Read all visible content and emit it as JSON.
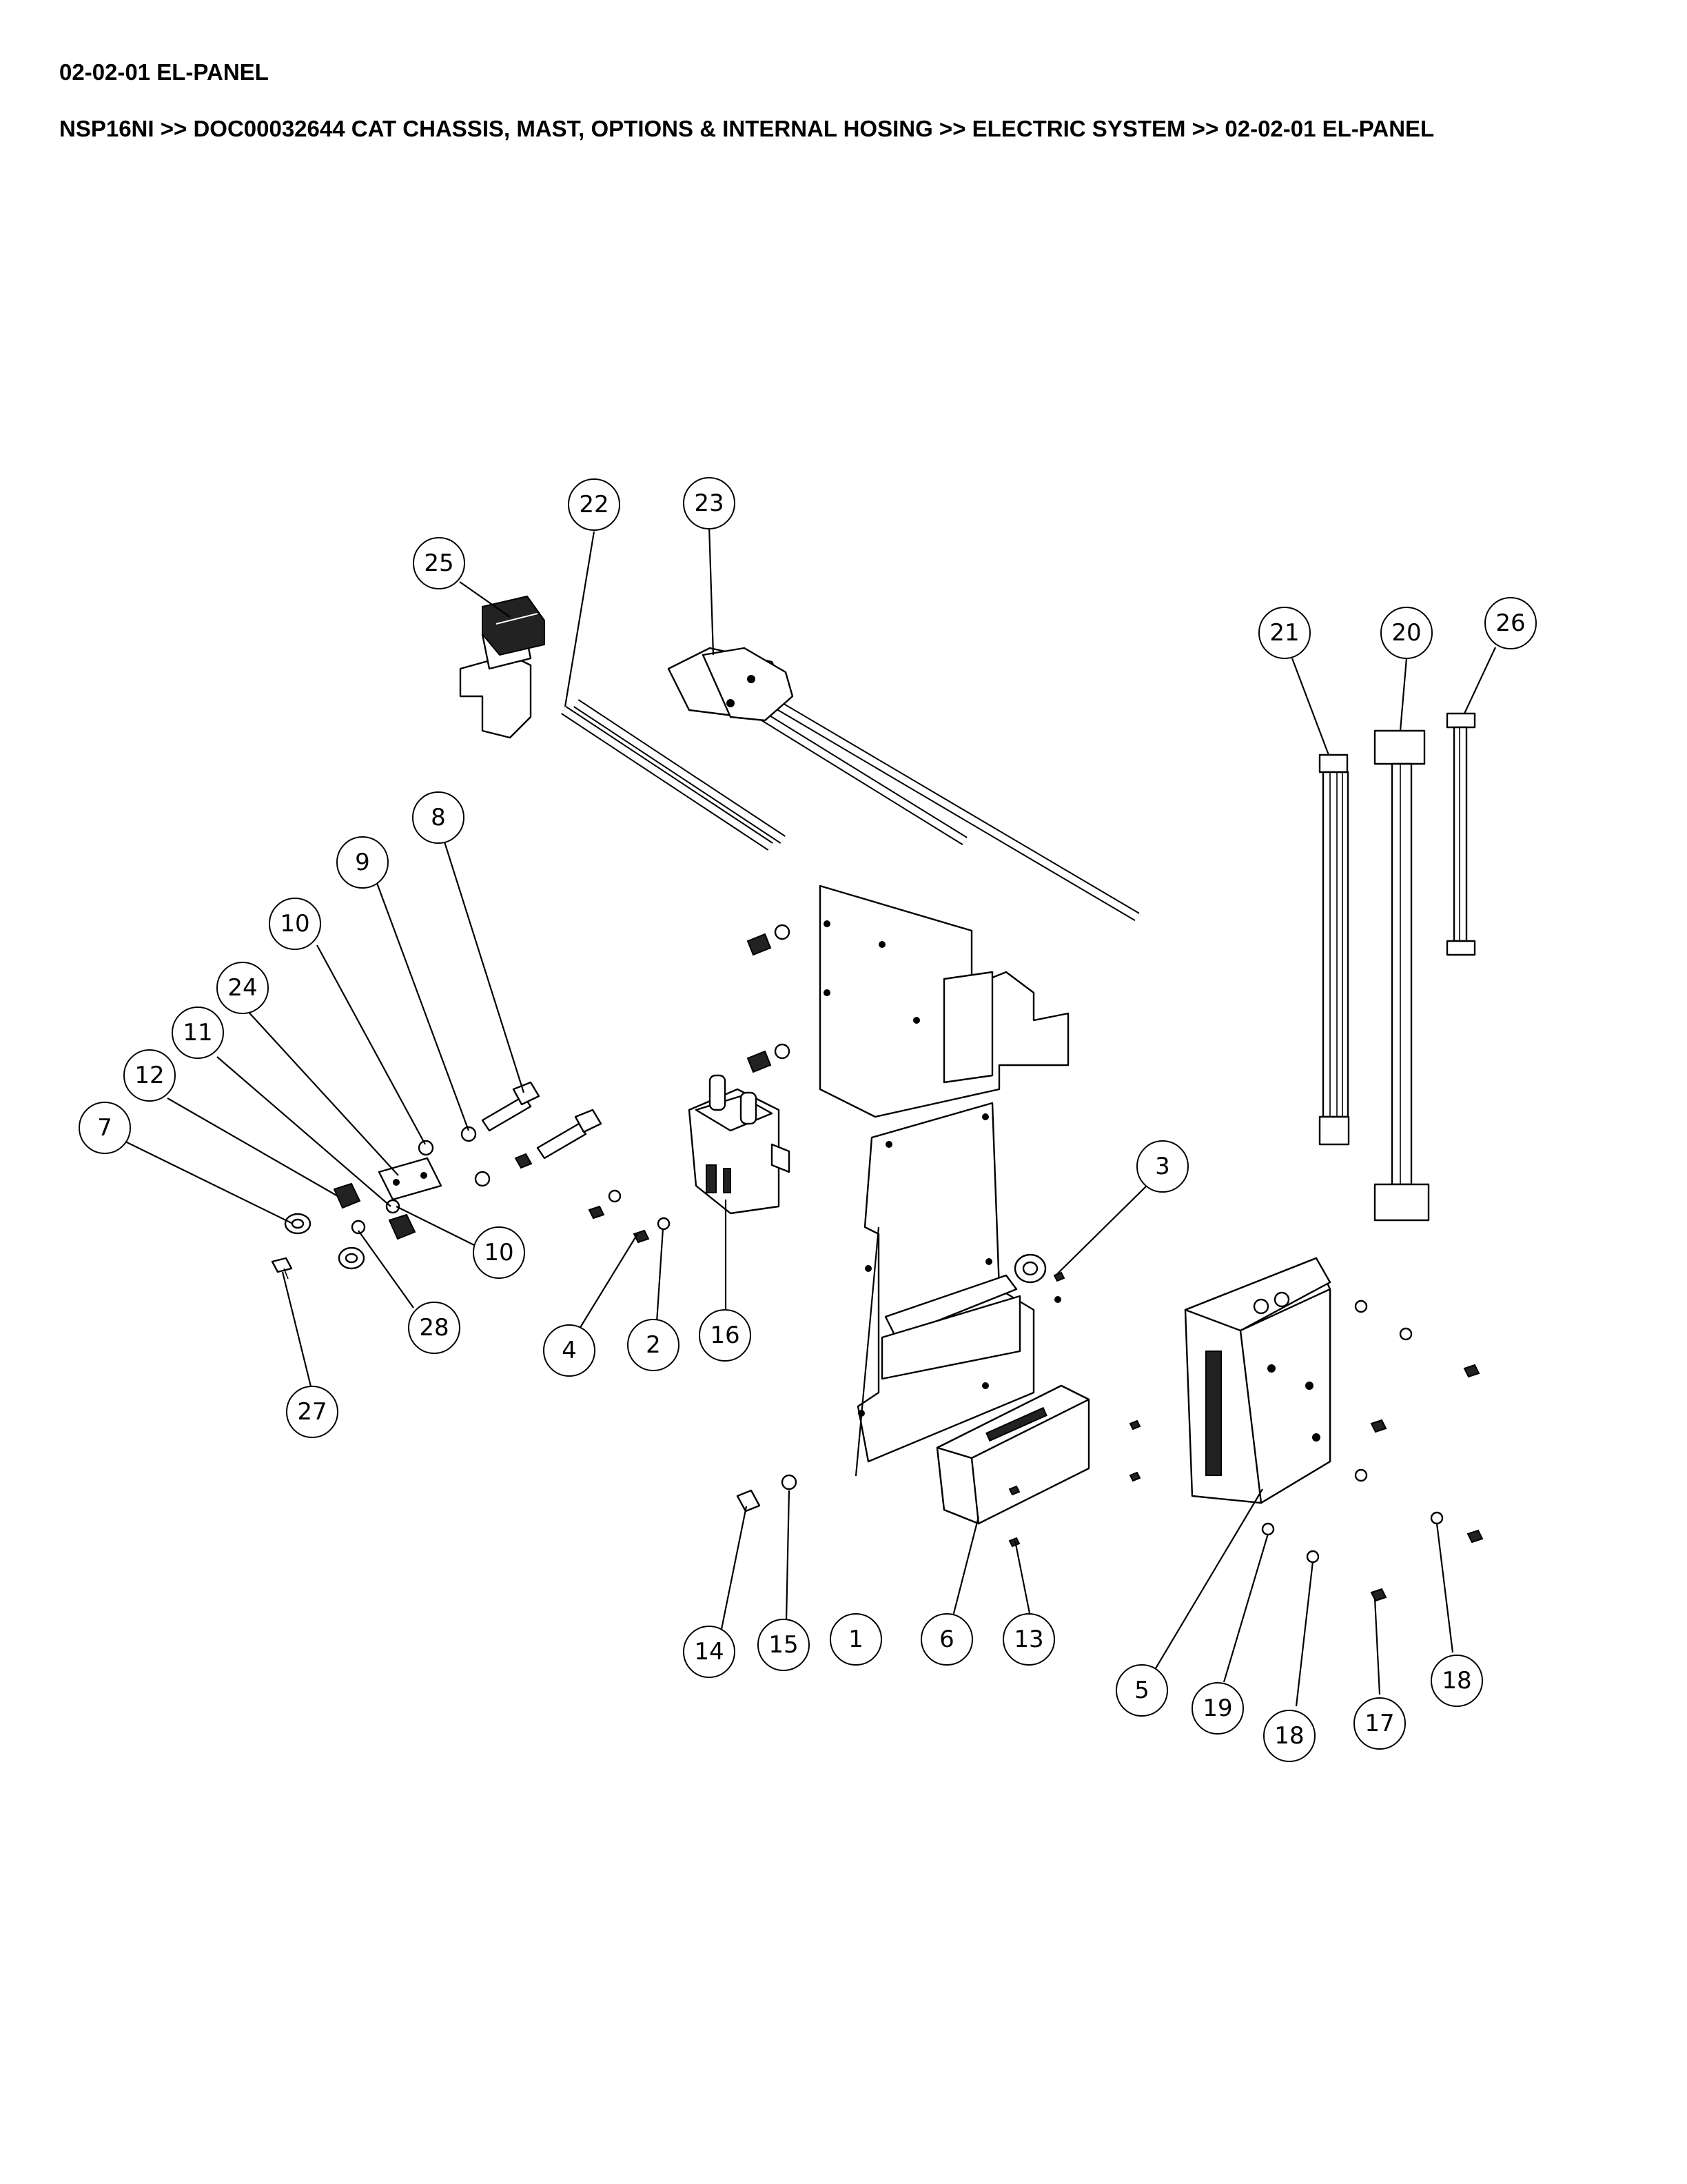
{
  "header": {
    "title": "02-02-01 EL-PANEL",
    "breadcrumb": "NSP16NI >> DOC00032644 CAT CHASSIS, MAST, OPTIONS & INTERNAL HOSING >> ELECTRIC SYSTEM >> 02-02-01 EL-PANEL"
  },
  "diagram": {
    "callouts": [
      "1",
      "2",
      "3",
      "4",
      "5",
      "6",
      "7",
      "8",
      "9",
      "10",
      "10",
      "11",
      "12",
      "13",
      "14",
      "15",
      "16",
      "17",
      "18",
      "18",
      "19",
      "20",
      "21",
      "22",
      "23",
      "24",
      "25",
      "26",
      "27",
      "28"
    ]
  }
}
